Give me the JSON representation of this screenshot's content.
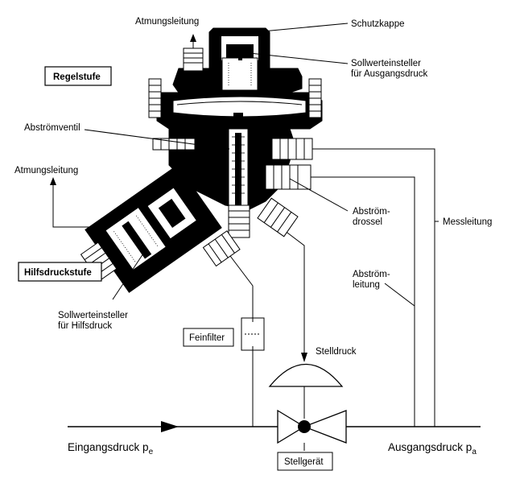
{
  "labels": {
    "atmung_top": "Atmungsleitung",
    "schutzkappe": "Schutzkappe",
    "regelstufe": "Regelstufe",
    "sollwert_ausgang_1": "Sollwerteinsteller",
    "sollwert_ausgang_2": "für Ausgangsdruck",
    "abstroemventil": "Abströmventil",
    "atmung_left": "Atmungsleitung",
    "abstroemdrossel_1": "Abström-",
    "abstroemdrossel_2": "drossel",
    "messleitung": "Messleitung",
    "hilfsdruckstufe": "Hilfsdruckstufe",
    "abstroemleitung_1": "Abström-",
    "abstroemleitung_2": "leitung",
    "sollwert_hilfs_1": "Sollwerteinsteller",
    "sollwert_hilfs_2": "für Hilfsdruck",
    "feinfilter": "Feinfilter",
    "stelldruck": "Stelldruck",
    "eingangsdruck": "Eingangsdruck p",
    "eingangsdruck_sub": "e",
    "ausgangsdruck": "Ausgangsdruck p",
    "ausgangsdruck_sub": "a",
    "stellgeraet": "Stellgerät"
  }
}
